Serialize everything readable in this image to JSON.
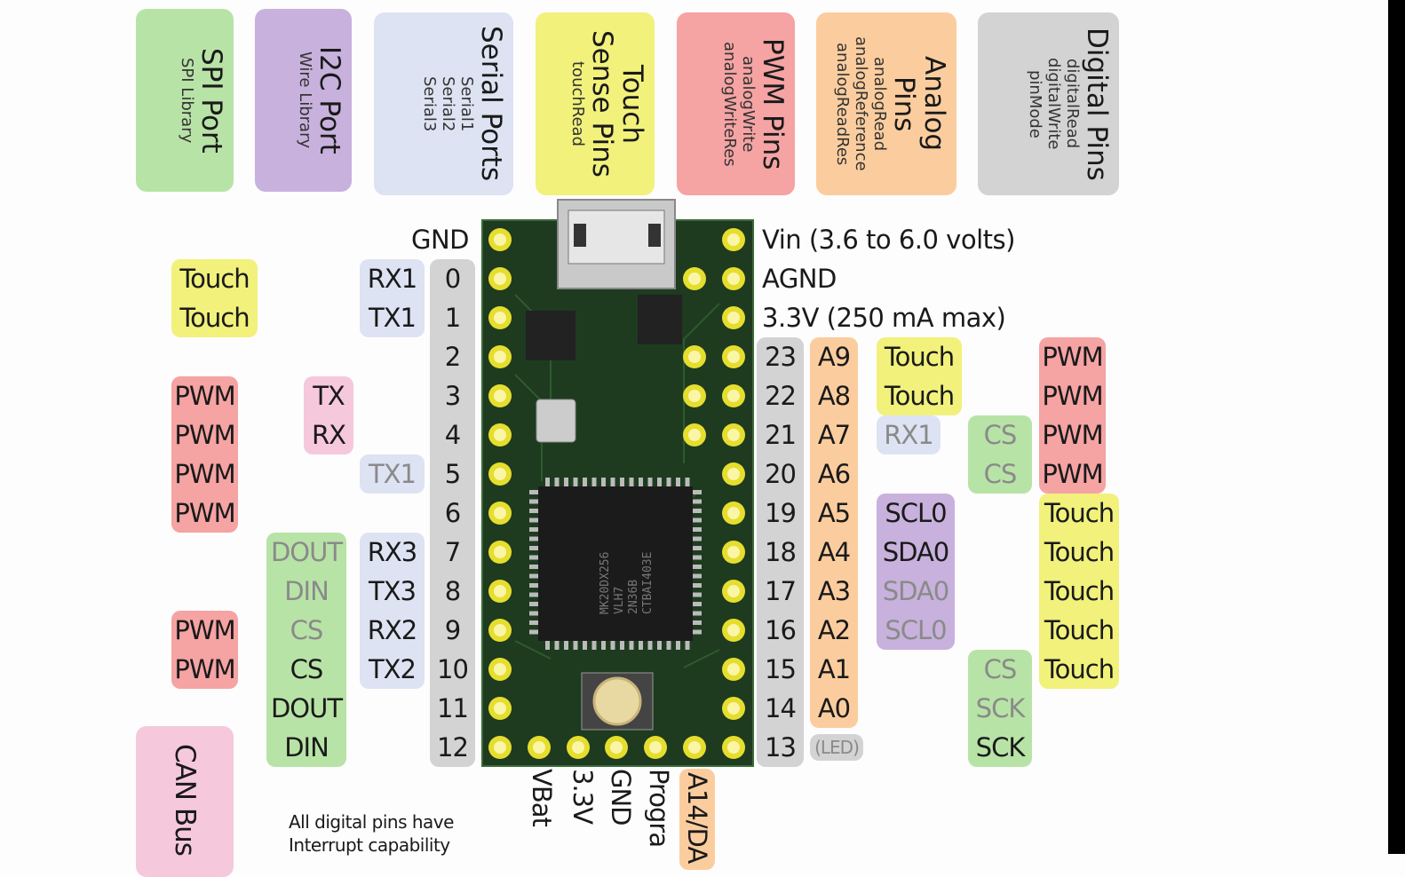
{
  "colors": {
    "spi": "#b8e3a6",
    "i2c": "#c8b1dc",
    "serial": "#dde3f2",
    "touch": "#f1f17c",
    "pwm": "#f5a3a3",
    "analog": "#fbcd9e",
    "digital": "#d3d3d3",
    "can": "#f6c8dc",
    "board": "#1e3b1f",
    "pad": "#e6de2e"
  },
  "legend": [
    {
      "id": "spi",
      "title": "SPI Port",
      "lines": [
        "SPI Library"
      ]
    },
    {
      "id": "i2c",
      "title": "I2C Port",
      "lines": [
        "Wire Library"
      ]
    },
    {
      "id": "serial",
      "title": "Serial Ports",
      "lines": [
        "Serial1",
        "Serial2",
        "Serial3"
      ]
    },
    {
      "id": "touch",
      "title": "Touch Sense Pins",
      "lines": [
        "touchRead"
      ]
    },
    {
      "id": "pwm",
      "title": "PWM Pins",
      "lines": [
        "analogWrite",
        "analogWriteRes"
      ]
    },
    {
      "id": "analog",
      "title": "Analog Pins",
      "lines": [
        "analogRead",
        "analogReference",
        "analogReadRes"
      ]
    },
    {
      "id": "digital",
      "title": "Digital Pins",
      "lines": [
        "digitalRead",
        "digitalWrite",
        "pinMode"
      ]
    }
  ],
  "power": {
    "gnd": "GND",
    "vin": "Vin  (3.6 to 6.0 volts)",
    "agnd": "AGND",
    "v33": "3.3V (250 mA max)"
  },
  "left_columns": [
    {
      "group": "digital",
      "items": [
        {
          "pin": 0,
          "text": "0"
        },
        {
          "pin": 1,
          "text": "1"
        },
        {
          "pin": 2,
          "text": "2"
        },
        {
          "pin": 3,
          "text": "3"
        },
        {
          "pin": 4,
          "text": "4"
        },
        {
          "pin": 5,
          "text": "5"
        },
        {
          "pin": 6,
          "text": "6"
        },
        {
          "pin": 7,
          "text": "7"
        },
        {
          "pin": 8,
          "text": "8"
        },
        {
          "pin": 9,
          "text": "9"
        },
        {
          "pin": 10,
          "text": "10"
        },
        {
          "pin": 11,
          "text": "11"
        },
        {
          "pin": 12,
          "text": "12"
        }
      ]
    },
    {
      "group": "serial",
      "items": [
        {
          "pin": 0,
          "text": "RX1"
        },
        {
          "pin": 1,
          "text": "TX1"
        },
        {
          "pin": 5,
          "text": "TX1",
          "alt": true
        },
        {
          "pin": 7,
          "text": "RX3"
        },
        {
          "pin": 8,
          "text": "TX3"
        },
        {
          "pin": 9,
          "text": "RX2"
        },
        {
          "pin": 10,
          "text": "TX2"
        }
      ]
    },
    {
      "group": "spi",
      "items": [
        {
          "pin": 7,
          "text": "DOUT",
          "alt": true
        },
        {
          "pin": 8,
          "text": "DIN",
          "alt": true
        },
        {
          "pin": 9,
          "text": "CS",
          "alt": true
        },
        {
          "pin": 10,
          "text": "CS"
        },
        {
          "pin": 11,
          "text": "DOUT"
        },
        {
          "pin": 12,
          "text": "DIN"
        }
      ]
    },
    {
      "group": "can",
      "items": [
        {
          "pin": 3,
          "text": "TX"
        },
        {
          "pin": 4,
          "text": "RX"
        }
      ]
    },
    {
      "group": "pwm",
      "items": [
        {
          "pin": 3,
          "text": "PWM"
        },
        {
          "pin": 4,
          "text": "PWM"
        },
        {
          "pin": 5,
          "text": "PWM"
        },
        {
          "pin": 6,
          "text": "PWM"
        },
        {
          "pin": 9,
          "text": "PWM"
        },
        {
          "pin": 10,
          "text": "PWM"
        }
      ]
    },
    {
      "group": "touch",
      "items": [
        {
          "pin": 0,
          "text": "Touch"
        },
        {
          "pin": 1,
          "text": "Touch"
        }
      ]
    }
  ],
  "right_columns": [
    {
      "group": "digital",
      "items": [
        {
          "pin": 23,
          "text": "23"
        },
        {
          "pin": 22,
          "text": "22"
        },
        {
          "pin": 21,
          "text": "21"
        },
        {
          "pin": 20,
          "text": "20"
        },
        {
          "pin": 19,
          "text": "19"
        },
        {
          "pin": 18,
          "text": "18"
        },
        {
          "pin": 17,
          "text": "17"
        },
        {
          "pin": 16,
          "text": "16"
        },
        {
          "pin": 15,
          "text": "15"
        },
        {
          "pin": 14,
          "text": "14"
        },
        {
          "pin": 13,
          "text": "13"
        }
      ]
    },
    {
      "group": "analog",
      "items": [
        {
          "pin": 23,
          "text": "A9"
        },
        {
          "pin": 22,
          "text": "A8"
        },
        {
          "pin": 21,
          "text": "A7"
        },
        {
          "pin": 20,
          "text": "A6"
        },
        {
          "pin": 19,
          "text": "A5"
        },
        {
          "pin": 18,
          "text": "A4"
        },
        {
          "pin": 17,
          "text": "A3"
        },
        {
          "pin": 16,
          "text": "A2"
        },
        {
          "pin": 15,
          "text": "A1"
        },
        {
          "pin": 14,
          "text": "A0"
        }
      ]
    },
    {
      "group": "led",
      "items": [
        {
          "pin": 13,
          "text": "(LED)",
          "alt": true
        }
      ]
    },
    {
      "group": "touch",
      "items": [
        {
          "pin": 23,
          "text": "Touch"
        },
        {
          "pin": 22,
          "text": "Touch"
        }
      ]
    },
    {
      "group": "serial",
      "items": [
        {
          "pin": 21,
          "text": "RX1",
          "alt": true
        }
      ]
    },
    {
      "group": "i2c",
      "items": [
        {
          "pin": 19,
          "text": "SCL0"
        },
        {
          "pin": 18,
          "text": "SDA0"
        },
        {
          "pin": 17,
          "text": "SDA0",
          "alt": true
        },
        {
          "pin": 16,
          "text": "SCL0",
          "alt": true
        }
      ]
    },
    {
      "group": "spi",
      "items": [
        {
          "pin": 21,
          "text": "CS",
          "alt": true
        },
        {
          "pin": 20,
          "text": "CS",
          "alt": true
        },
        {
          "pin": 15,
          "text": "CS",
          "alt": true
        },
        {
          "pin": 14,
          "text": "SCK",
          "alt": true
        },
        {
          "pin": 13,
          "text": "SCK"
        }
      ]
    },
    {
      "group": "pwm",
      "items": [
        {
          "pin": 23,
          "text": "PWM"
        },
        {
          "pin": 22,
          "text": "PWM"
        },
        {
          "pin": 21,
          "text": "PWM"
        },
        {
          "pin": 20,
          "text": "PWM"
        }
      ]
    },
    {
      "group": "touch",
      "items": [
        {
          "pin": 19,
          "text": "Touch"
        },
        {
          "pin": 18,
          "text": "Touch"
        },
        {
          "pin": 17,
          "text": "Touch"
        },
        {
          "pin": 16,
          "text": "Touch"
        },
        {
          "pin": 15,
          "text": "Touch"
        }
      ]
    }
  ],
  "bottom_pins": [
    {
      "text": "VBat"
    },
    {
      "text": "3.3V"
    },
    {
      "text": "GND"
    },
    {
      "text": "Progra"
    },
    {
      "text": "A14/DA",
      "group": "analog"
    }
  ],
  "can_bus": "CAN Bus",
  "note": [
    "All digital pins have",
    "Interrupt capability"
  ],
  "chip_text": [
    "MK20DX256",
    "VLH7",
    "2N36B",
    "CTBAI403E"
  ]
}
